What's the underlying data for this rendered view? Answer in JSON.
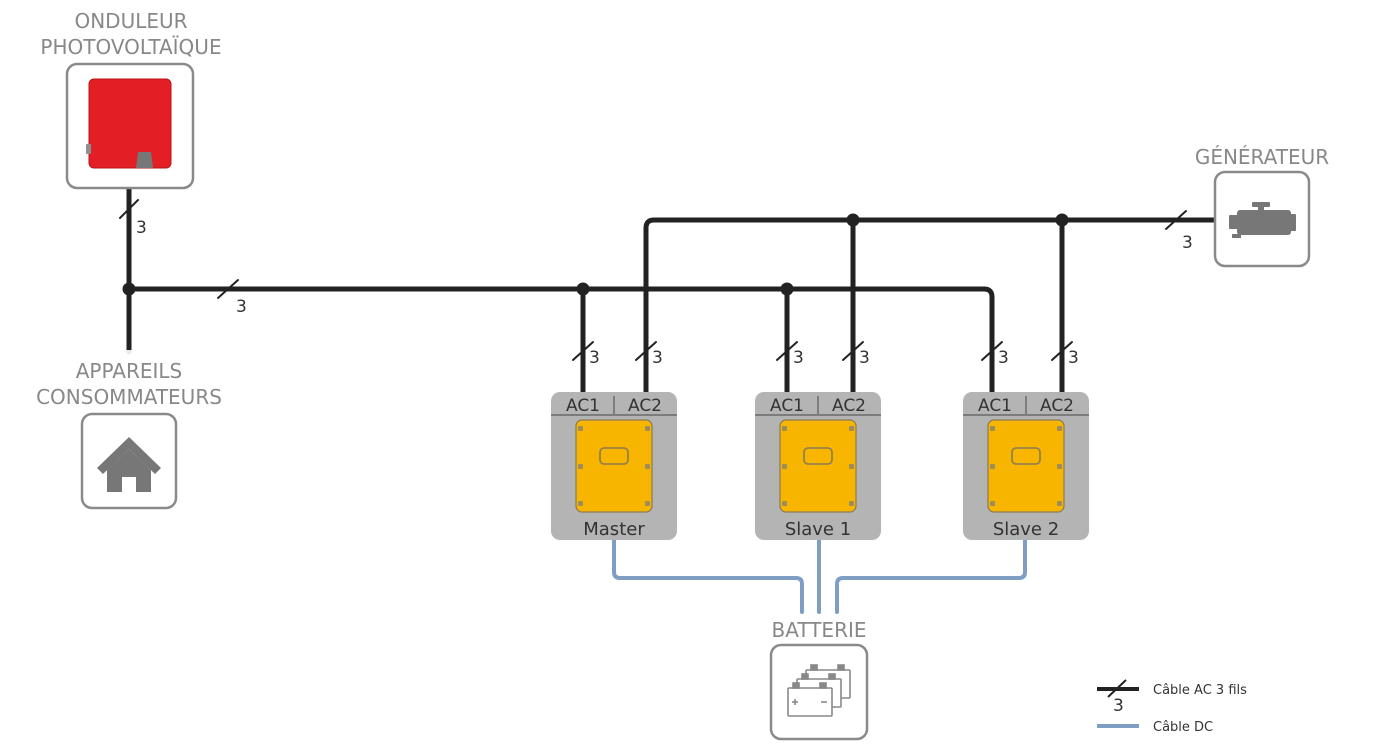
{
  "labels": {
    "inverter_line1": "ONDULEUR",
    "inverter_line2": "PHOTOVOLTAÏQUE",
    "loads_line1": "APPAREILS",
    "loads_line2": "CONSOMMATEURS",
    "generator": "GÉNÉRATEUR",
    "battery": "BATTERIE"
  },
  "wire_count": "3",
  "units": [
    {
      "name": "Master",
      "ac1": "AC1",
      "ac2": "AC2"
    },
    {
      "name": "Slave 1",
      "ac1": "AC1",
      "ac2": "AC2"
    },
    {
      "name": "Slave 2",
      "ac1": "AC1",
      "ac2": "AC2"
    }
  ],
  "legend": {
    "ac_cable": "Câble AC 3 fils",
    "dc_cable": "Câble DC",
    "ac_wire_count": "3"
  },
  "colors": {
    "ac_line": "#222222",
    "dc_line": "#7f9ec4",
    "inverter": "#e31e24",
    "unit": "#f7b500",
    "unit_frame": "#b4b4b4",
    "icon_gray": "#777777",
    "label_gray": "#888888"
  },
  "icons": {
    "inverter": "pv-inverter-icon",
    "loads": "house-icon",
    "generator": "engine-icon",
    "battery": "battery-icon"
  }
}
